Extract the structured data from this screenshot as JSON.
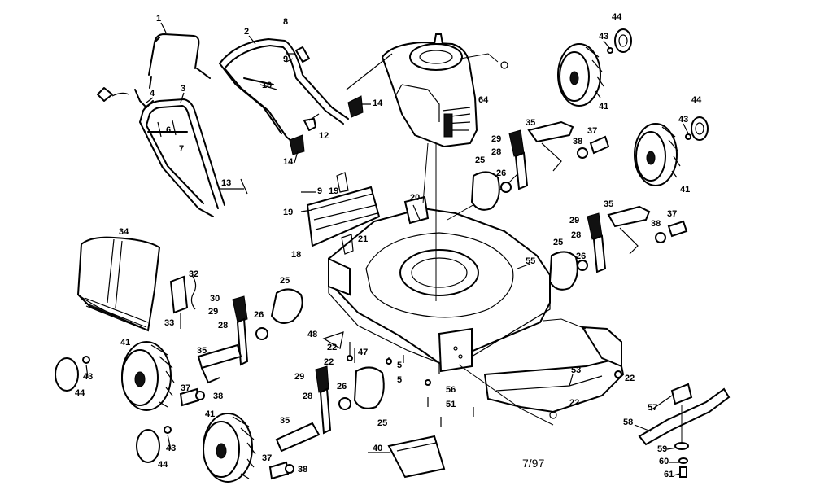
{
  "callouts": [
    {
      "key": "c1",
      "text": "1"
    },
    {
      "key": "c2",
      "text": "2"
    },
    {
      "key": "c3",
      "text": "3"
    },
    {
      "key": "c4",
      "text": "4"
    },
    {
      "key": "c5",
      "text": "5"
    },
    {
      "key": "c6",
      "text": "6"
    },
    {
      "key": "c7",
      "text": "7"
    },
    {
      "key": "c8",
      "text": "8"
    },
    {
      "key": "c9",
      "text": "9"
    },
    {
      "key": "c10",
      "text": "10"
    },
    {
      "key": "c12",
      "text": "12"
    },
    {
      "key": "c13",
      "text": "13"
    },
    {
      "key": "c14",
      "text": "14"
    },
    {
      "key": "c18",
      "text": "18"
    },
    {
      "key": "c19",
      "text": "19"
    },
    {
      "key": "c20",
      "text": "20"
    },
    {
      "key": "c21",
      "text": "21"
    },
    {
      "key": "c22",
      "text": "22"
    },
    {
      "key": "c25",
      "text": "25"
    },
    {
      "key": "c26",
      "text": "26"
    },
    {
      "key": "c28",
      "text": "28"
    },
    {
      "key": "c29",
      "text": "29"
    },
    {
      "key": "c30",
      "text": "30"
    },
    {
      "key": "c32",
      "text": "32"
    },
    {
      "key": "c33",
      "text": "33"
    },
    {
      "key": "c34",
      "text": "34"
    },
    {
      "key": "c35",
      "text": "35"
    },
    {
      "key": "c37",
      "text": "37"
    },
    {
      "key": "c38",
      "text": "38"
    },
    {
      "key": "c40",
      "text": "40"
    },
    {
      "key": "c41",
      "text": "41"
    },
    {
      "key": "c43",
      "text": "43"
    },
    {
      "key": "c44",
      "text": "44"
    },
    {
      "key": "c47",
      "text": "47"
    },
    {
      "key": "c48",
      "text": "48"
    },
    {
      "key": "c51",
      "text": "51"
    },
    {
      "key": "c53",
      "text": "53"
    },
    {
      "key": "c55",
      "text": "55"
    },
    {
      "key": "c56",
      "text": "56"
    },
    {
      "key": "c57",
      "text": "57"
    },
    {
      "key": "c58",
      "text": "58"
    },
    {
      "key": "c59",
      "text": "59"
    },
    {
      "key": "c60",
      "text": "60"
    },
    {
      "key": "c61",
      "text": "61"
    },
    {
      "key": "c64",
      "text": "64"
    }
  ],
  "date_code": "7/97"
}
